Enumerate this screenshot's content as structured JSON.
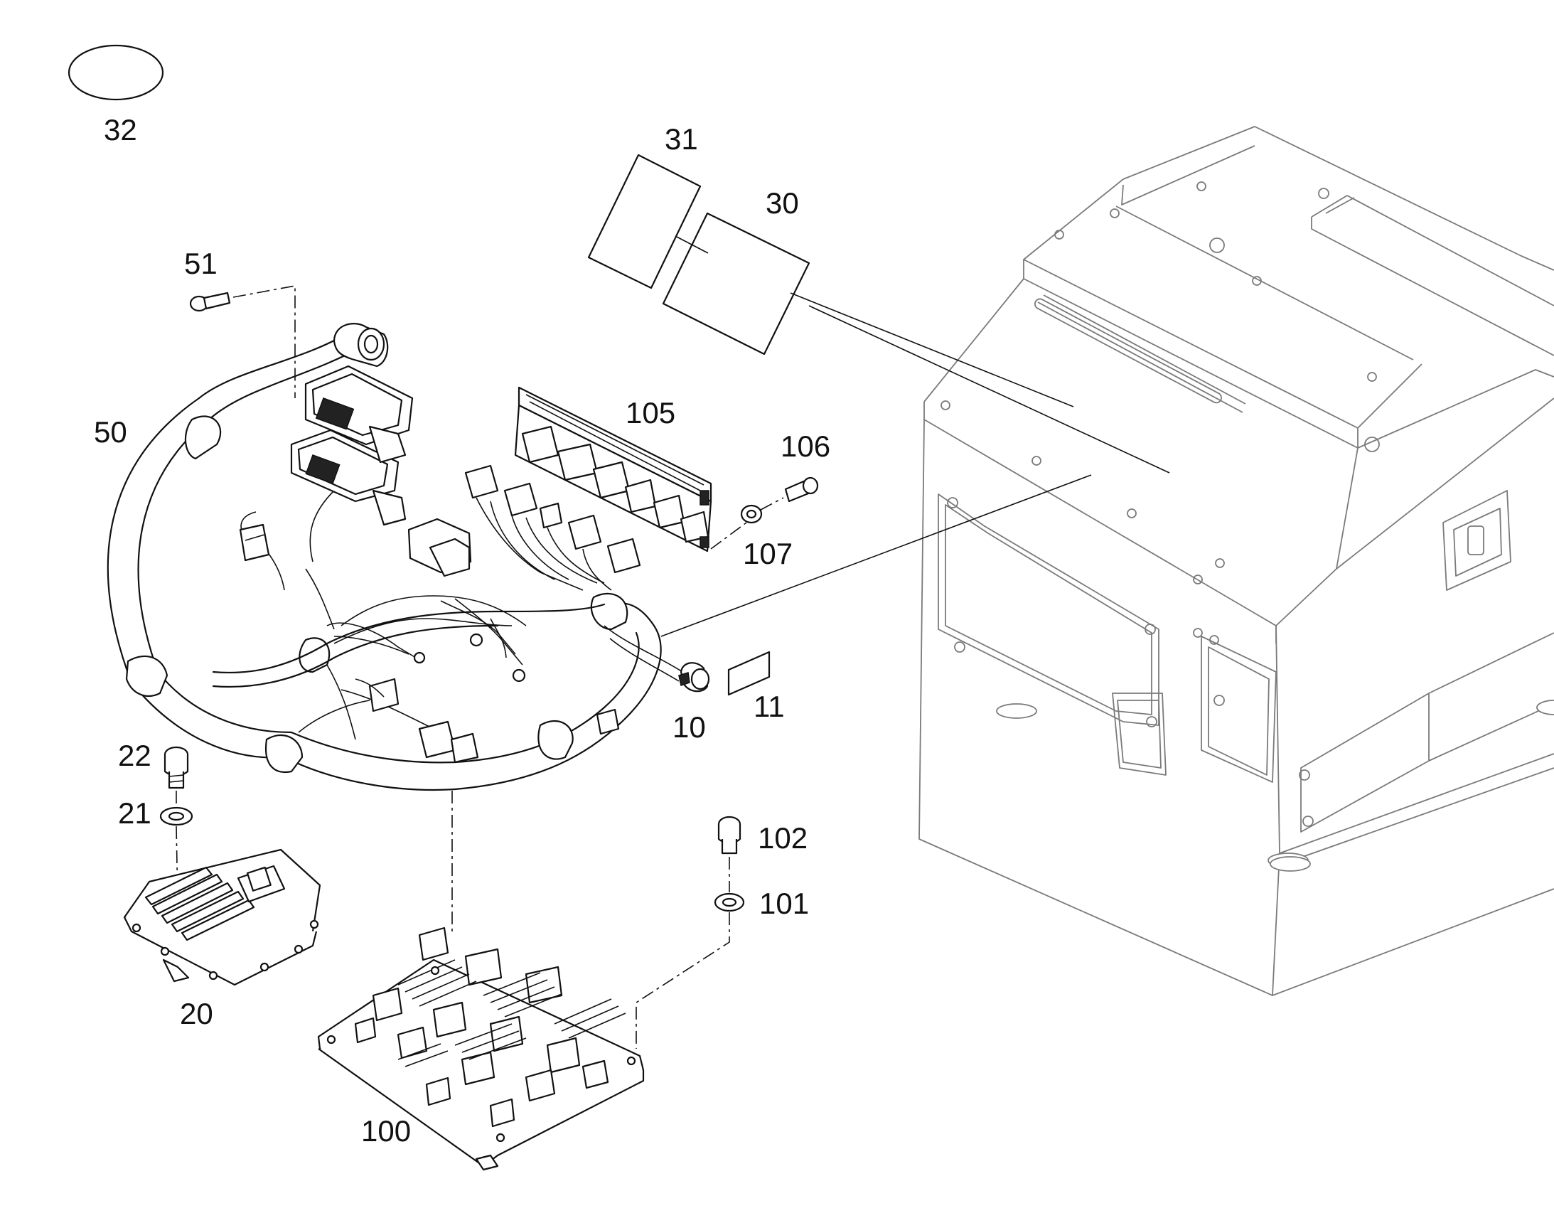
{
  "callouts": {
    "c32": "32",
    "c31": "31",
    "c30": "30",
    "c51": "51",
    "c50": "50",
    "c105": "105",
    "c106": "106",
    "c107": "107",
    "c10": "10",
    "c11": "11",
    "c22": "22",
    "c21": "21",
    "c20": "20",
    "c102": "102",
    "c101": "101",
    "c100": "100"
  }
}
